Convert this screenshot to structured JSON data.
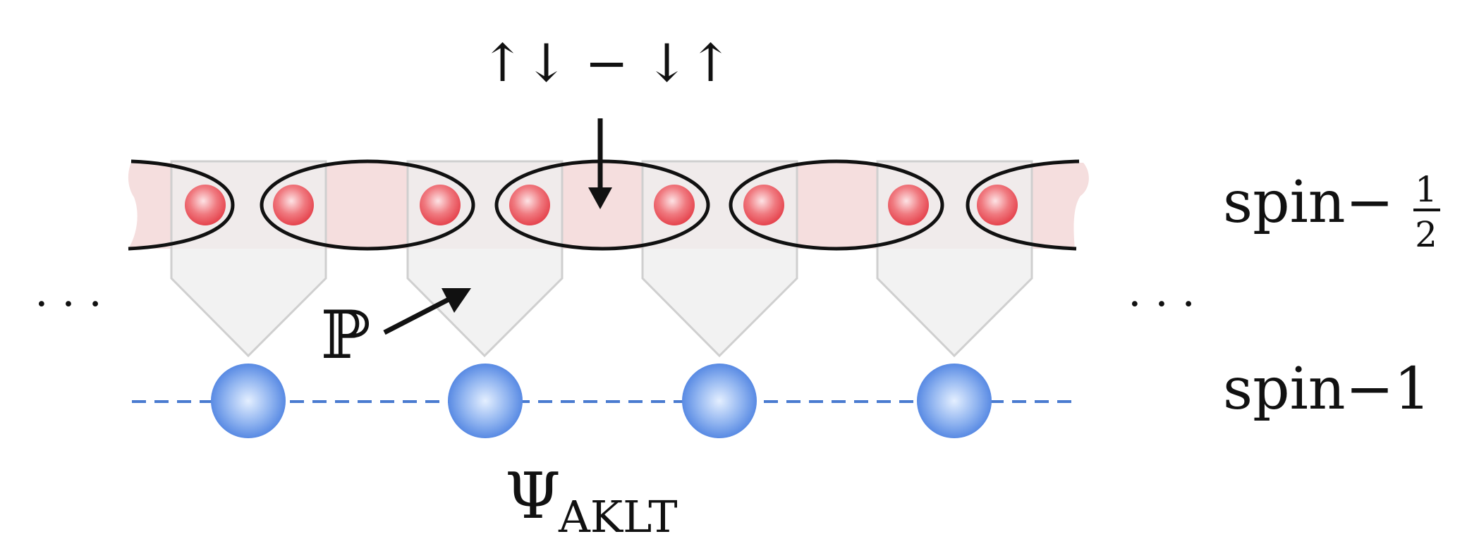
{
  "labels": {
    "singlet": "↑↓ − ↓↑",
    "projector": "ℙ",
    "ellipsis_left": "· · ·",
    "ellipsis_right": "· · ·",
    "spin_half_prefix": "spin−",
    "spin_half_num": "1",
    "spin_half_den": "2",
    "spin_one": "spin−1",
    "psi": "Ψ",
    "psi_sub": "AKLT"
  },
  "colors": {
    "band_fill": "#f5dede",
    "funnel_fill": "#efefef",
    "funnel_stroke": "#cfcfcf",
    "red_particle": "#ea4f57",
    "blue_particle": "#4a7fe0",
    "chain_dash": "#4a7bd0",
    "ink": "#111111"
  },
  "icons": {
    "arrow_down": "arrow-down-icon",
    "arrow_diagonal": "arrow-up-right-icon"
  }
}
